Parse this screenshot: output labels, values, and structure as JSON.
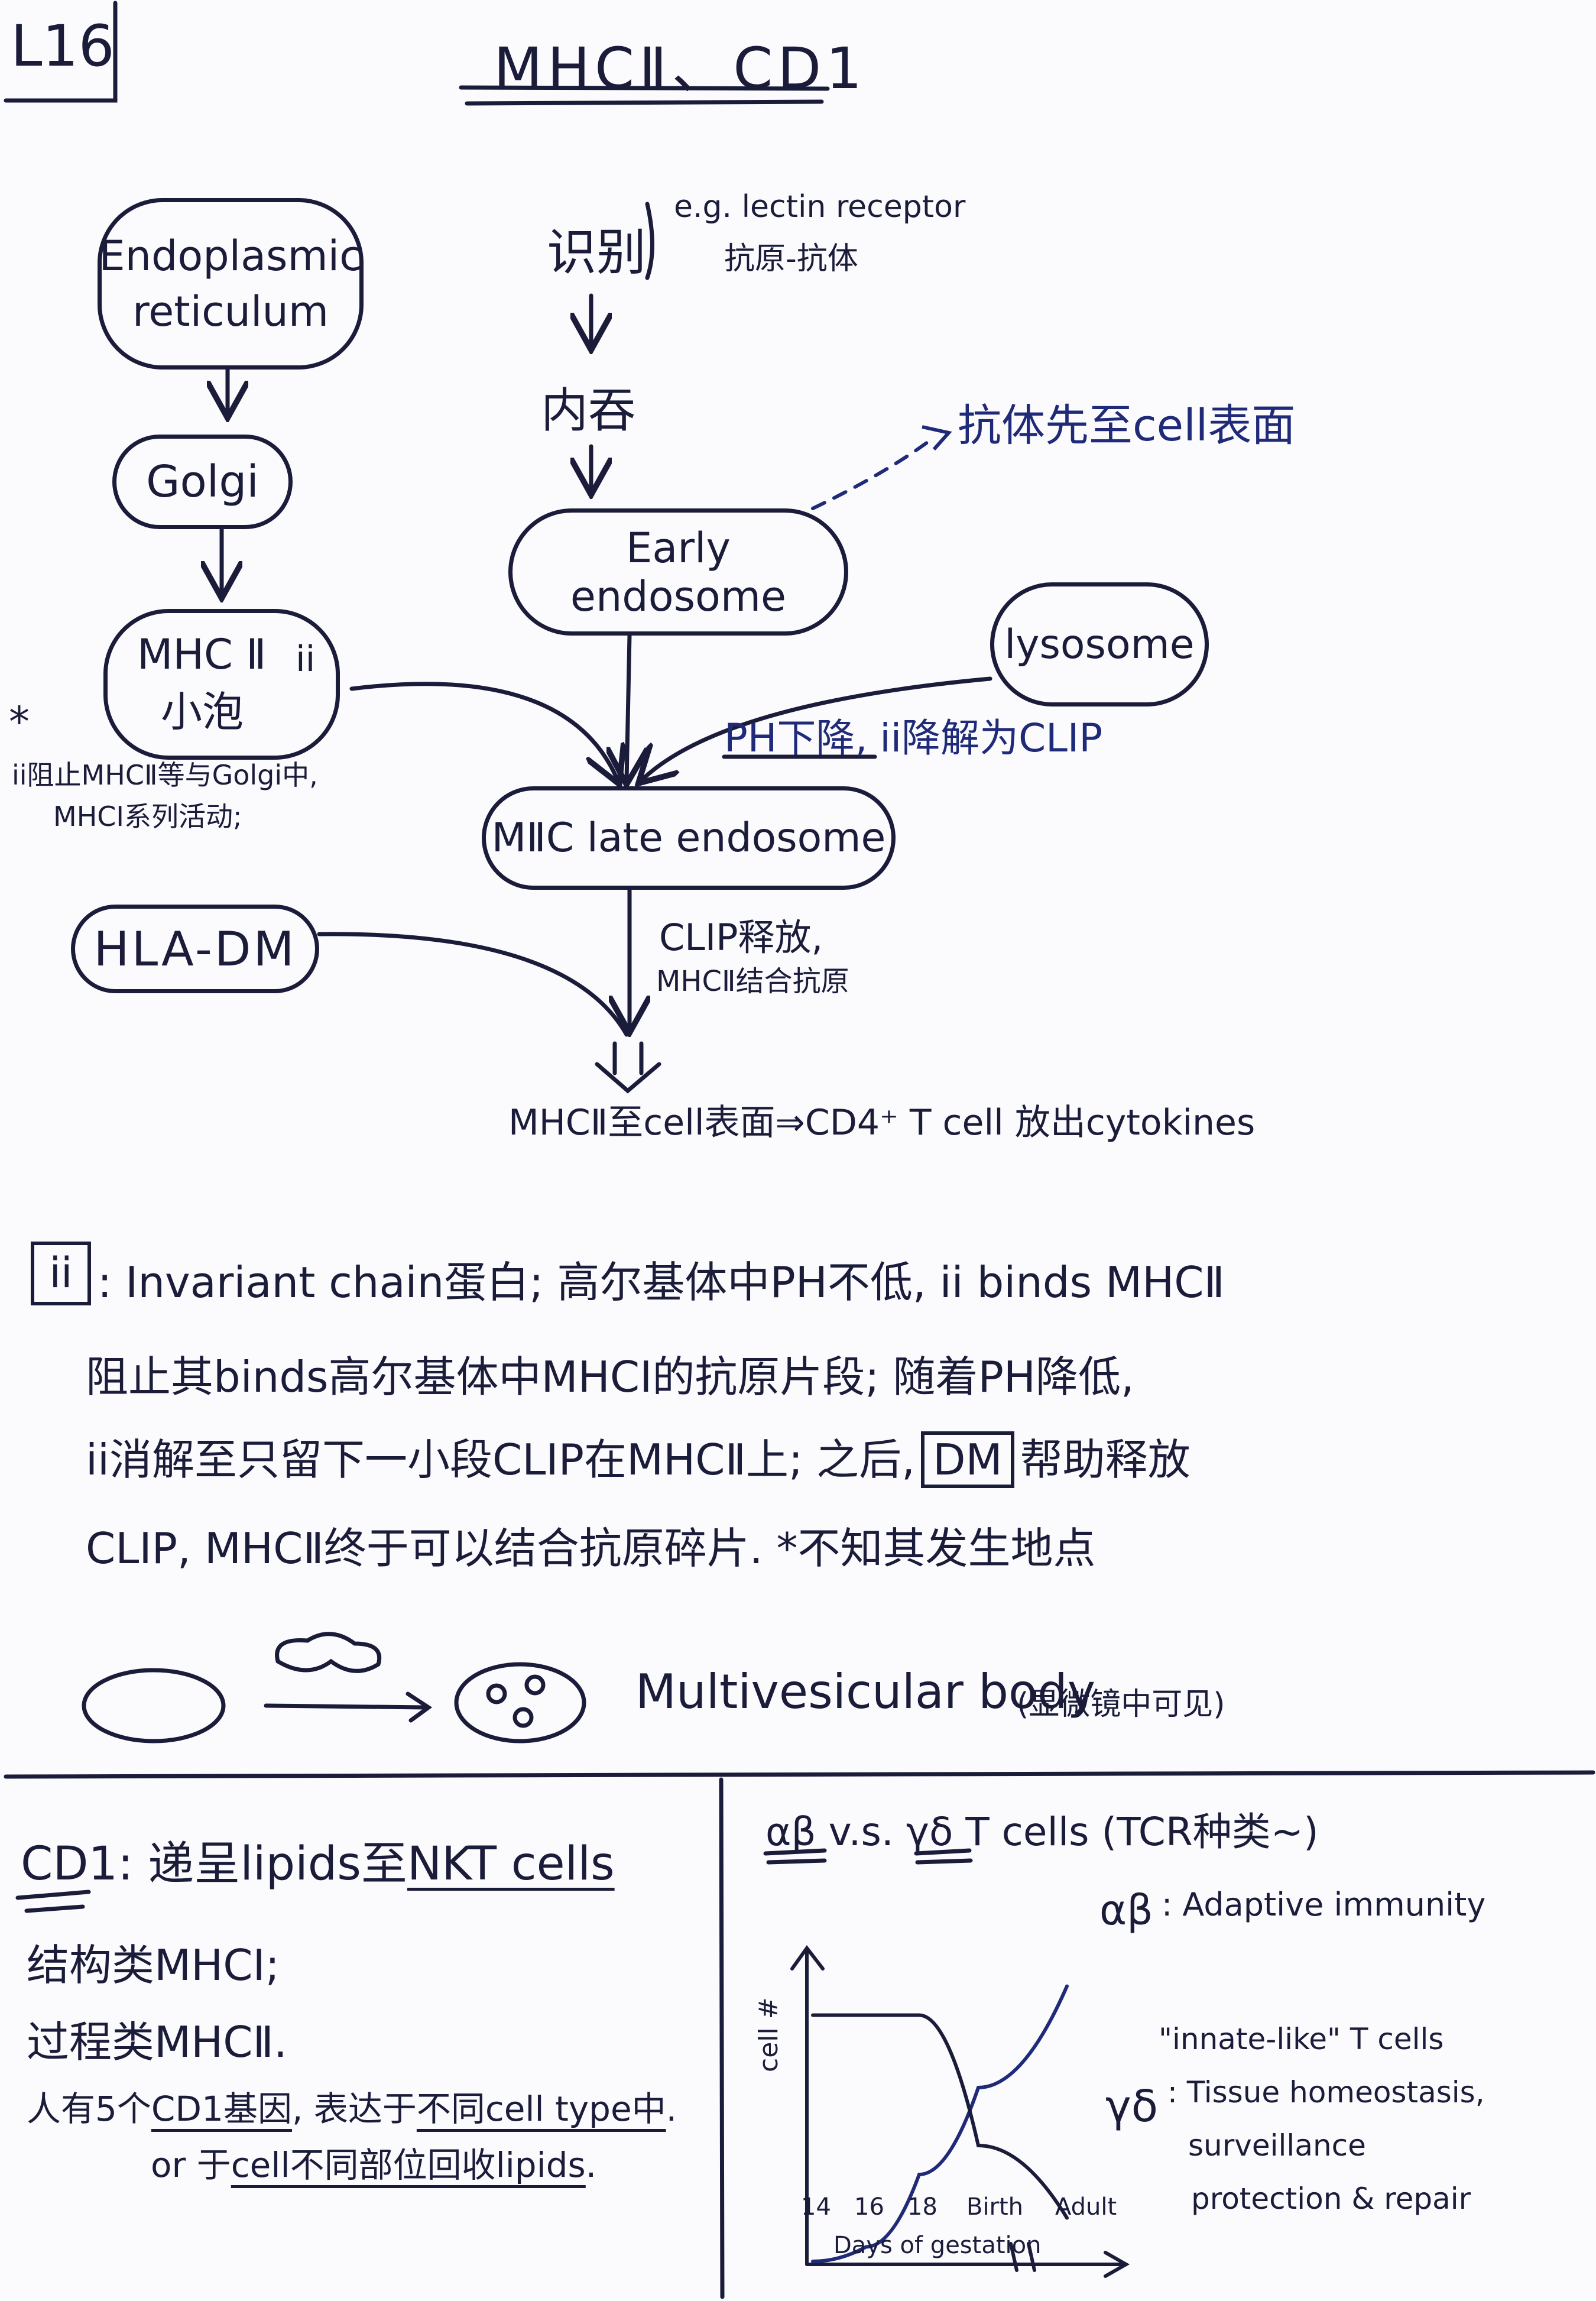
{
  "lecture_tag": "L16",
  "title": "MHCⅡ、CD1",
  "pathway": {
    "er": "Endoplasmic reticulum",
    "golgi": "Golgi",
    "mhc2_vesicle_line1": "MHC Ⅱ",
    "mhc2_vesicle_line2": "小泡",
    "ii_mark": "ii",
    "star": "*",
    "note_ii_line1": "ii阻止MHCⅡ等与Golgi中,",
    "note_ii_line2": "MHCⅠ系列活动;",
    "recognize": "识别",
    "recognize_eg_line1": "e.g. lectin receptor",
    "recognize_eg_line2": "抗原-抗体",
    "endocytosis": "内吞",
    "early_endosome": "Early endosome",
    "antibody_note": "抗体先至cell表面",
    "lysosome": "lysosome",
    "ph_note_a": "PH下降",
    "ph_note_b": ", ii降解为CLIP",
    "late_endosome": "MⅡC late endosome",
    "hla_dm": "HLA-DM",
    "clip_note_line1": "CLIP释放,",
    "clip_note_line2": "MHCⅡ结合抗原",
    "result": "MHCⅡ至cell表面⇒CD4⁺ T cell 放出cytokines"
  },
  "explanation": {
    "ii_box": "ii",
    "line1": ": Invariant chain蛋白; 高尔基体中PH不低, ii binds MHCⅡ",
    "line2": "阻止其binds高尔基体中MHCⅠ的抗原片段; 随着PH降低,",
    "line3_a": "ii消解至只留下一小段CLIP在MHCⅡ上; 之后,",
    "dm_box": "DM",
    "line3_b": "帮助释放",
    "line4": "CLIP, MHCⅡ终于可以结合抗原碎片. *不知其发生地点"
  },
  "mvb": {
    "label": "Multivesicular body",
    "note": "(显微镜中可见)"
  },
  "cd1": {
    "heading_a": "CD1: 递呈lipids至",
    "heading_b": "NKT cells",
    "line1": "结构类MHCⅠ;",
    "line2": "过程类MHCⅡ.",
    "line3_a": "人有5个",
    "line3_b": "CD1基因",
    "line3_c": ", 表达于",
    "line3_d": "不同cell type中",
    "line3_e": ".",
    "line4_a": "or 于",
    "line4_b": "cell不同部位回收lipids",
    "line4_c": "."
  },
  "tcell": {
    "heading_a": "αβ",
    "heading_b": " v.s. ",
    "heading_c": "γδ",
    "heading_d": " T cells (TCR种类~)",
    "ab_label": "αβ",
    "ab_desc": ": Adaptive immunity",
    "gd_label": "γδ",
    "innate_like": "\"innate-like\" T cells",
    "gd_desc_line1": ": Tissue homeostasis,",
    "gd_desc_line2": "surveillance",
    "gd_desc_line3": "protection & repair",
    "y_axis": "cell #",
    "x_axis": "Days of gestation"
  },
  "chart_data": {
    "type": "line",
    "title": "",
    "xlabel": "Days of gestation",
    "ylabel": "cell #",
    "categories": [
      "14",
      "16",
      "18",
      "Birth",
      "Adult"
    ],
    "series": [
      {
        "name": "αβ",
        "values": [
          0,
          0.05,
          0.3,
          0.6,
          0.95
        ]
      },
      {
        "name": "γδ",
        "values": [
          0.85,
          0.85,
          0.85,
          0.4,
          0.15
        ]
      }
    ]
  }
}
